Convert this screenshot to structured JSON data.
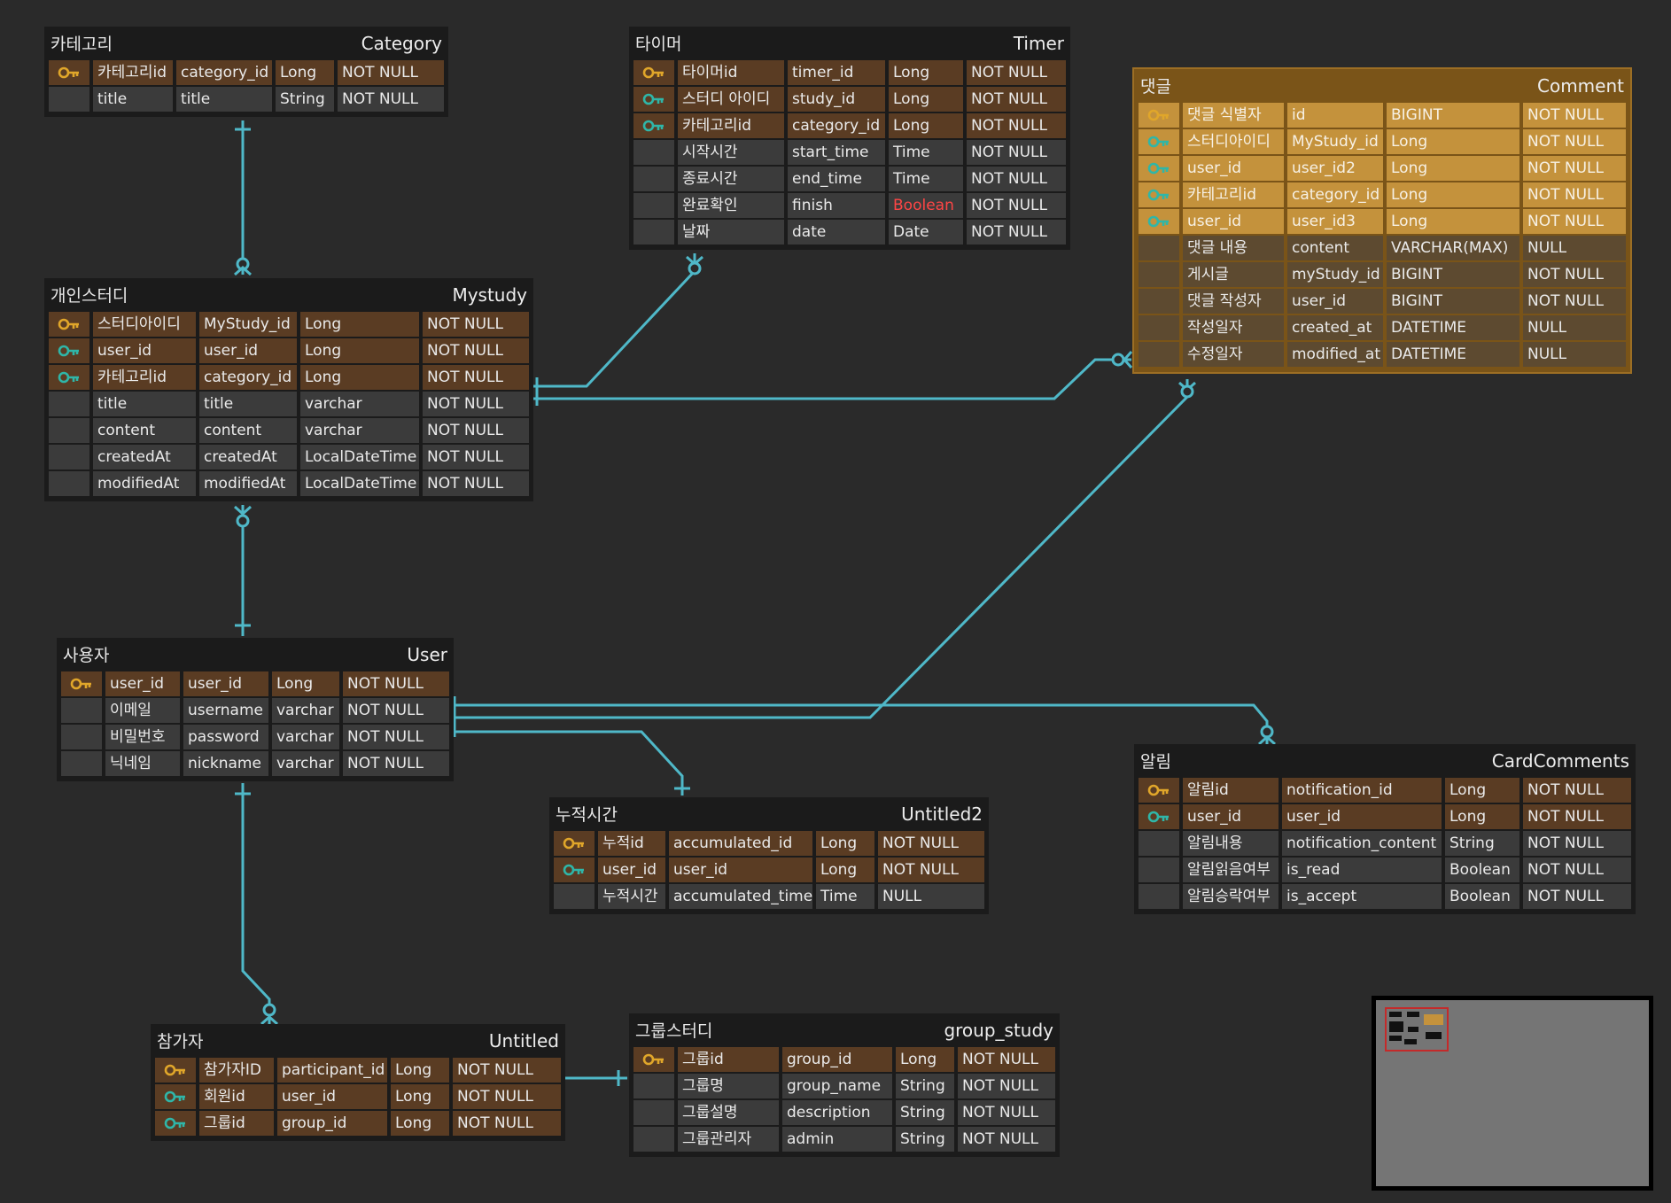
{
  "tables": [
    {
      "id": "category",
      "name_ko": "카테고리",
      "name_en": "Category",
      "selected": false,
      "rows": [
        {
          "key": "pk",
          "ko": "카테고리id",
          "col": "category_id",
          "type": "Long",
          "null": "NOT NULL"
        },
        {
          "key": "",
          "ko": "title",
          "col": "title",
          "type": "String",
          "null": "NOT NULL"
        }
      ]
    },
    {
      "id": "timer",
      "name_ko": "타이머",
      "name_en": "Timer",
      "selected": false,
      "rows": [
        {
          "key": "pk",
          "ko": "타이머id",
          "col": "timer_id",
          "type": "Long",
          "null": "NOT NULL"
        },
        {
          "key": "fk",
          "ko": "스터디 아이디",
          "col": "study_id",
          "type": "Long",
          "null": "NOT NULL"
        },
        {
          "key": "fk",
          "ko": "카테고리id",
          "col": "category_id",
          "type": "Long",
          "null": "NOT NULL"
        },
        {
          "key": "",
          "ko": "시작시간",
          "col": "start_time",
          "type": "Time",
          "null": "NOT NULL"
        },
        {
          "key": "",
          "ko": "종료시간",
          "col": "end_time",
          "type": "Time",
          "null": "NOT NULL"
        },
        {
          "key": "",
          "ko": "완료확인",
          "col": "finish",
          "type": "Boolean",
          "null": "NOT NULL",
          "warn": true
        },
        {
          "key": "",
          "ko": "날짜",
          "col": "date",
          "type": "Date",
          "null": "NOT NULL"
        }
      ]
    },
    {
      "id": "comment",
      "name_ko": "댓글",
      "name_en": "Comment",
      "selected": true,
      "rows": [
        {
          "key": "pk",
          "ko": "댓글 식별자",
          "col": "id",
          "type": "BIGINT",
          "null": "NOT NULL"
        },
        {
          "key": "fk",
          "ko": "스터디아이디",
          "col": "MyStudy_id",
          "type": "Long",
          "null": "NOT NULL"
        },
        {
          "key": "fk",
          "ko": "user_id",
          "col": "user_id2",
          "type": "Long",
          "null": "NOT NULL"
        },
        {
          "key": "fk",
          "ko": "카테고리id",
          "col": "category_id",
          "type": "Long",
          "null": "NOT NULL"
        },
        {
          "key": "fk",
          "ko": "user_id",
          "col": "user_id3",
          "type": "Long",
          "null": "NOT NULL"
        },
        {
          "key": "",
          "ko": "댓글 내용",
          "col": "content",
          "type": "VARCHAR(MAX)",
          "null": "NULL"
        },
        {
          "key": "",
          "ko": "게시글",
          "col": "myStudy_id",
          "type": "BIGINT",
          "null": "NOT NULL"
        },
        {
          "key": "",
          "ko": "댓글 작성자",
          "col": "user_id",
          "type": "BIGINT",
          "null": "NOT NULL"
        },
        {
          "key": "",
          "ko": "작성일자",
          "col": "created_at",
          "type": "DATETIME",
          "null": "NULL"
        },
        {
          "key": "",
          "ko": "수정일자",
          "col": "modified_at",
          "type": "DATETIME",
          "null": "NULL"
        }
      ]
    },
    {
      "id": "mystudy",
      "name_ko": "개인스터디",
      "name_en": "Mystudy",
      "selected": false,
      "rows": [
        {
          "key": "pk",
          "ko": "스터디아이디",
          "col": "MyStudy_id",
          "type": "Long",
          "null": "NOT NULL"
        },
        {
          "key": "fk",
          "ko": "user_id",
          "col": "user_id",
          "type": "Long",
          "null": "NOT NULL"
        },
        {
          "key": "fk",
          "ko": "카테고리id",
          "col": "category_id",
          "type": "Long",
          "null": "NOT NULL"
        },
        {
          "key": "",
          "ko": "title",
          "col": "title",
          "type": "varchar",
          "null": "NOT NULL"
        },
        {
          "key": "",
          "ko": "content",
          "col": "content",
          "type": "varchar",
          "null": "NOT NULL"
        },
        {
          "key": "",
          "ko": "createdAt",
          "col": "createdAt",
          "type": "LocalDateTime",
          "null": "NOT NULL"
        },
        {
          "key": "",
          "ko": "modifiedAt",
          "col": "modifiedAt",
          "type": "LocalDateTime",
          "null": "NOT NULL"
        }
      ]
    },
    {
      "id": "user",
      "name_ko": "사용자",
      "name_en": "User",
      "selected": false,
      "rows": [
        {
          "key": "pk",
          "ko": "user_id",
          "col": "user_id",
          "type": "Long",
          "null": "NOT NULL"
        },
        {
          "key": "",
          "ko": "이메일",
          "col": "username",
          "type": "varchar",
          "null": "NOT NULL"
        },
        {
          "key": "",
          "ko": "비밀번호",
          "col": "password",
          "type": "varchar",
          "null": "NOT NULL"
        },
        {
          "key": "",
          "ko": "닉네임",
          "col": "nickname",
          "type": "varchar",
          "null": "NOT NULL"
        }
      ]
    },
    {
      "id": "untitled2",
      "name_ko": "누적시간",
      "name_en": "Untitled2",
      "selected": false,
      "rows": [
        {
          "key": "pk",
          "ko": "누적id",
          "col": "accumulated_id",
          "type": "Long",
          "null": "NOT NULL"
        },
        {
          "key": "fk",
          "ko": "user_id",
          "col": "user_id",
          "type": "Long",
          "null": "NOT NULL"
        },
        {
          "key": "",
          "ko": "누적시간",
          "col": "accumulated_time",
          "type": "Time",
          "null": "NULL"
        }
      ]
    },
    {
      "id": "cardcomments",
      "name_ko": "알림",
      "name_en": "CardComments",
      "selected": false,
      "rows": [
        {
          "key": "pk",
          "ko": "알림id",
          "col": "notification_id",
          "type": "Long",
          "null": "NOT NULL"
        },
        {
          "key": "fk",
          "ko": "user_id",
          "col": "user_id",
          "type": "Long",
          "null": "NOT NULL"
        },
        {
          "key": "",
          "ko": "알림내용",
          "col": "notification_content",
          "type": "String",
          "null": "NOT NULL"
        },
        {
          "key": "",
          "ko": "알림읽음여부",
          "col": "is_read",
          "type": "Boolean",
          "null": "NOT NULL"
        },
        {
          "key": "",
          "ko": "알림승락여부",
          "col": "is_accept",
          "type": "Boolean",
          "null": "NOT NULL"
        }
      ]
    },
    {
      "id": "untitled",
      "name_ko": "참가자",
      "name_en": "Untitled",
      "selected": false,
      "rows": [
        {
          "key": "pk",
          "ko": "참가자ID",
          "col": "participant_id",
          "type": "Long",
          "null": "NOT NULL"
        },
        {
          "key": "fk",
          "ko": "회원id",
          "col": "user_id",
          "type": "Long",
          "null": "NOT NULL"
        },
        {
          "key": "fk",
          "ko": "그룹id",
          "col": "group_id",
          "type": "Long",
          "null": "NOT NULL"
        }
      ]
    },
    {
      "id": "group_study",
      "name_ko": "그룹스터디",
      "name_en": "group_study",
      "selected": false,
      "rows": [
        {
          "key": "pk",
          "ko": "그룹id",
          "col": "group_id",
          "type": "Long",
          "null": "NOT NULL"
        },
        {
          "key": "",
          "ko": "그룹명",
          "col": "group_name",
          "type": "String",
          "null": "NOT NULL"
        },
        {
          "key": "",
          "ko": "그룹설명",
          "col": "description",
          "type": "String",
          "null": "NOT NULL"
        },
        {
          "key": "",
          "ko": "그룹관리자",
          "col": "admin",
          "type": "String",
          "null": "NOT NULL"
        }
      ]
    }
  ],
  "relations": [
    {
      "from": "category",
      "to": "mystudy",
      "cardinality": "one-to-many"
    },
    {
      "from": "mystudy",
      "to": "timer",
      "cardinality": "one-to-many"
    },
    {
      "from": "mystudy",
      "to": "comment",
      "cardinality": "one-to-many"
    },
    {
      "from": "mystudy",
      "to": "user",
      "cardinality": "many-to-one"
    },
    {
      "from": "user",
      "to": "comment",
      "cardinality": "one-to-many"
    },
    {
      "from": "user",
      "to": "cardcomments",
      "cardinality": "one-to-many"
    },
    {
      "from": "user",
      "to": "untitled2",
      "cardinality": "one-to-one"
    },
    {
      "from": "user",
      "to": "untitled",
      "cardinality": "one-to-many"
    },
    {
      "from": "untitled",
      "to": "group_study",
      "cardinality": "many-to-one"
    }
  ],
  "colors": {
    "background": "#2a2a2a",
    "line": "#4fb8c8",
    "pk_key": "#e0a62a",
    "fk_key": "#2fb6a8",
    "selected": "#c4923c",
    "warning": "#ff4545"
  },
  "minimap": {
    "label": "minimap"
  }
}
